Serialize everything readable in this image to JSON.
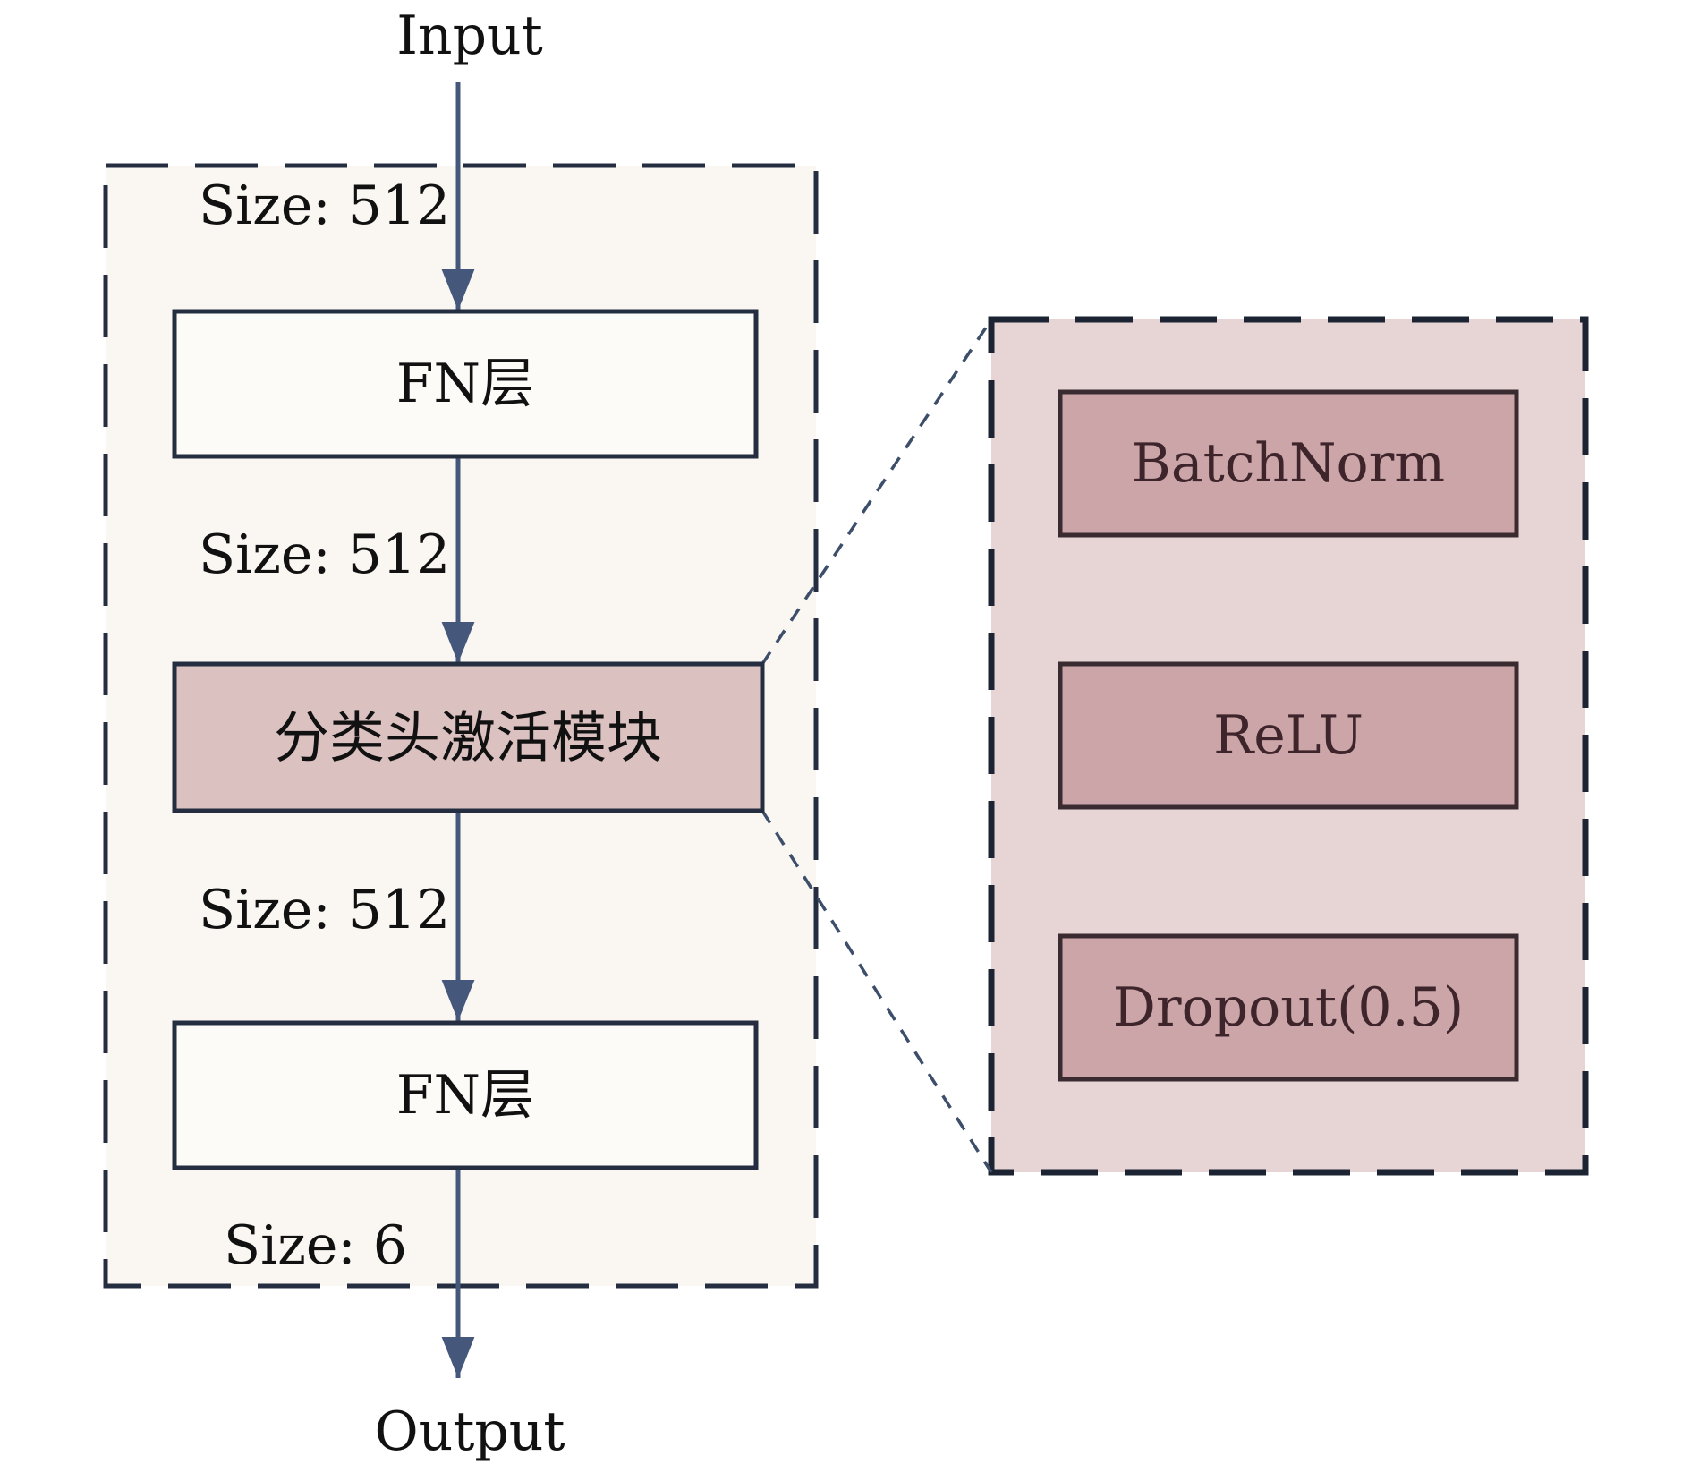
{
  "diagram": {
    "title_semantic": "classification-head-architecture",
    "flow": {
      "input": "Input",
      "output": "Output",
      "sizes": [
        "Size: 512",
        "Size: 512",
        "Size: 512",
        "Size: 6"
      ],
      "fn_layer_top": "FN层",
      "activation_module": "分类头激活模块",
      "fn_layer_bottom": "FN层"
    },
    "panel": {
      "batchnorm": "BatchNorm",
      "relu": "ReLU",
      "dropout": "Dropout(0.5)"
    },
    "colors": {
      "border_navy": "#242e40",
      "arrow_blue": "#45587c",
      "connector_blue": "#3d4e6a",
      "outer_box_fill": "#faf6f1",
      "module_pink": "#dcc1c1",
      "panel_pink": "#e7d4d4",
      "inner_box_pink": "#cba5a7",
      "inner_border": "#3a2b31",
      "inner_text": "#3e252b"
    }
  }
}
